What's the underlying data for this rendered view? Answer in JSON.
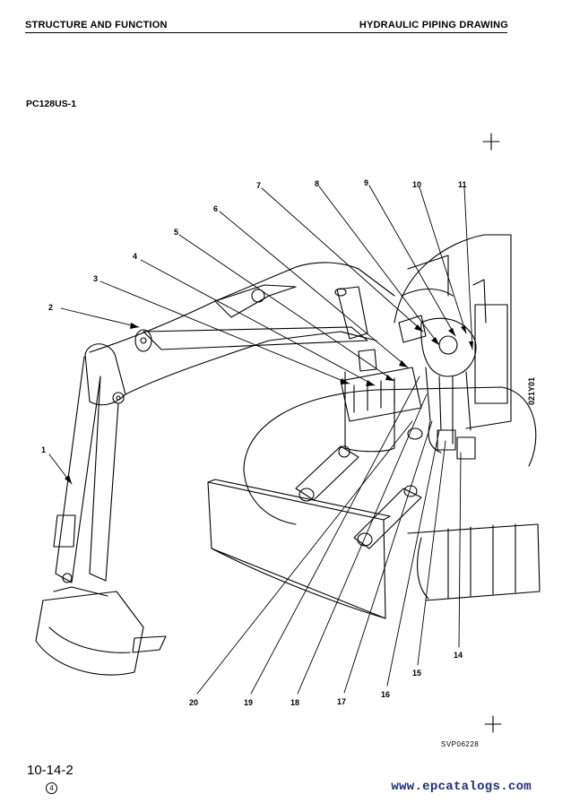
{
  "header": {
    "left": "STRUCTURE AND FUNCTION",
    "right": "HYDRAULIC PIPING DRAWING"
  },
  "model": "PC128US-1",
  "figure_code": "SVP06228",
  "side_code": "021Y01",
  "page_number": "10-14-2",
  "revision_mark": "4",
  "watermark": "www.epcatalogs.com",
  "colors": {
    "ink": "#000000",
    "watermark": "#1d2f7a"
  },
  "callouts": {
    "c1": "1",
    "c2": "2",
    "c3": "3",
    "c4": "4",
    "c5": "5",
    "c6": "6",
    "c7": "7",
    "c8": "8",
    "c9": "9",
    "c10": "10",
    "c11": "11",
    "c14": "14",
    "c15": "15",
    "c16": "16",
    "c17": "17",
    "c18": "18",
    "c19": "19",
    "c20": "20"
  }
}
